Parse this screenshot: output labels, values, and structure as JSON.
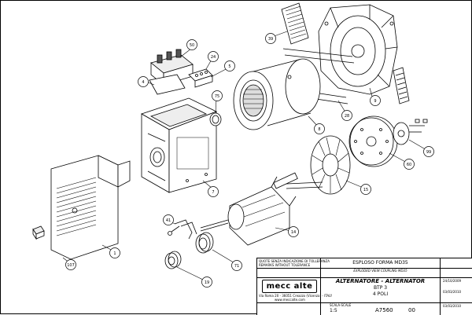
{
  "diagram": {
    "part_callouts": [
      "50",
      "24",
      "5",
      "4",
      "75",
      "39",
      "9",
      "28",
      "8",
      "99",
      "60",
      "15",
      "7",
      "1",
      "107",
      "41",
      "14",
      "71",
      "19"
    ],
    "title_block": {
      "tolerance_note_it": "QUOTE SENZA INDICAZIONE DI TOLLERANZA",
      "tolerance_note_en": "REMARKS WITHOUT TOLERANCE",
      "drawing_title_it": "ESPLOSO FORMA MD35",
      "drawing_title_en": "EXPLODED VIEW COUPLING MD35",
      "product_line": "ALTERNATORE - ALTERNATOR",
      "model": "BTP 3",
      "poles": "4 POLI",
      "logo_text": "mecc alte",
      "company_address": "Via Roma 20 - 36051 Creazzo (Vicenza) - ITALY",
      "website": "www.meccalte.com",
      "scale_label": "SCALA-SCALE",
      "scale_value": "1:5",
      "drawing_number": "A7560",
      "revision": "00",
      "date_1": "24/10/2009",
      "date_2": "03/03/2010",
      "date_3": "03/03/2010"
    }
  }
}
